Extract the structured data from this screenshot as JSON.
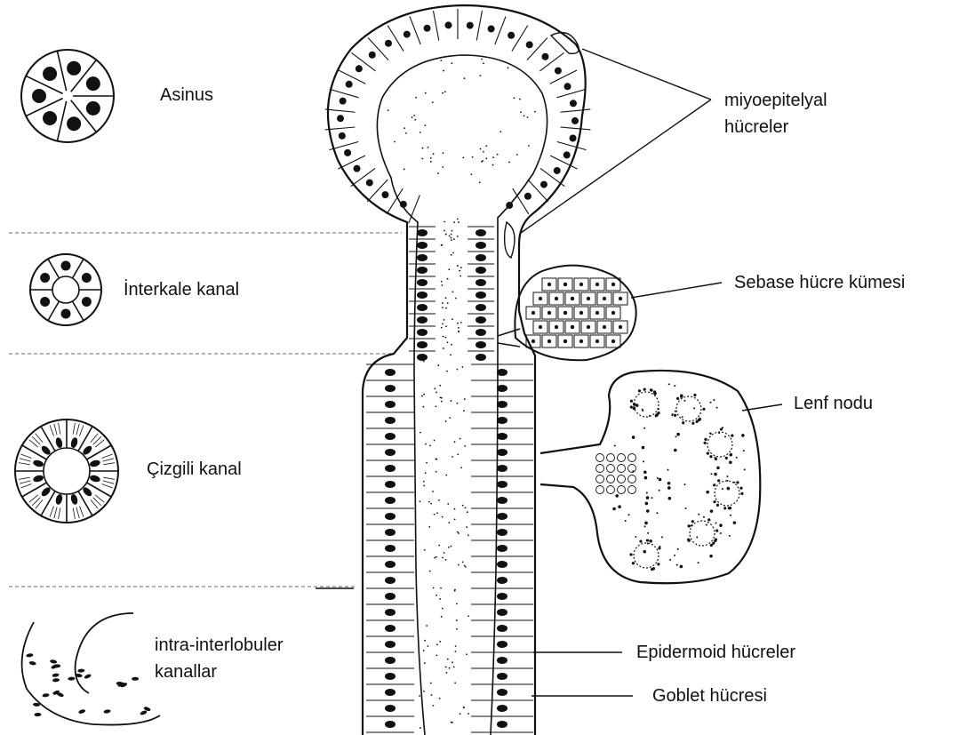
{
  "diagram": {
    "left_labels": {
      "acinus": "Asinus",
      "intercalated": "İnterkale kanal",
      "striated": "Çizgili kanal",
      "interlobular_line1": "intra-interlobuler",
      "interlobular_line2": "kanallar"
    },
    "right_labels": {
      "myoepithelial_line1": "miyoepitelyal",
      "myoepithelial_line2": "hücreler",
      "sebaceous": "Sebase hücre kümesi",
      "lymph_node": "Lenf nodu",
      "epidermoid": "Epidermoid hücreler",
      "goblet": "Goblet hücresi"
    },
    "colors": {
      "ink": "#111111",
      "divider": "#9a9a9a",
      "background": "#ffffff"
    }
  }
}
